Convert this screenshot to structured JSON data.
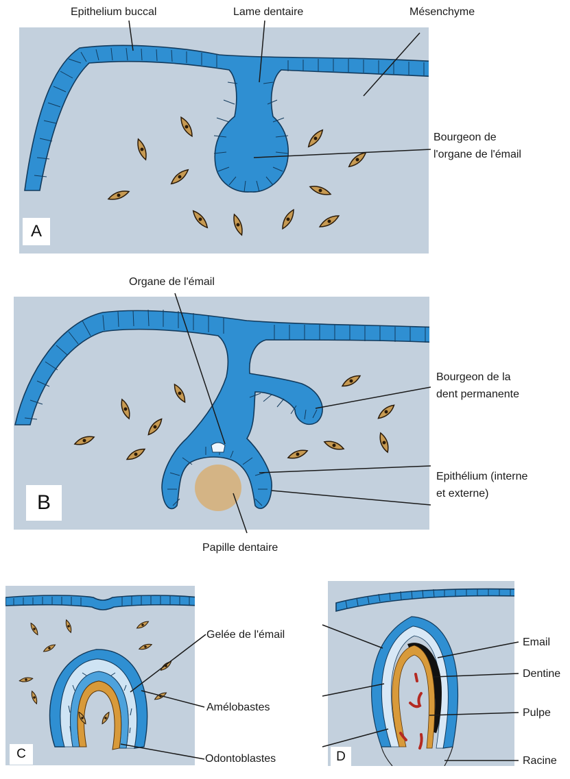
{
  "panels": {
    "a": {
      "letter": "A",
      "labels": {
        "epithelium": "Epithelium buccal",
        "lame": "Lame dentaire",
        "mesenchyme": "Mésenchyme",
        "bourgeon": "Bourgeon de\nl'organe de l'émail"
      }
    },
    "b": {
      "letter": "B",
      "labels": {
        "organe": "Organe de l'émail",
        "bourgeon_permanente": "Bourgeon de la\ndent permanente",
        "epithelium": "Epithélium (interne\net externe)",
        "papille": "Papille dentaire"
      }
    },
    "c": {
      "letter": "C",
      "labels": {
        "gelee": "Gelée de l'émail",
        "amelobastes": "Amélobastes",
        "odontoblastes": "Odontoblastes"
      }
    },
    "d": {
      "letter": "D",
      "labels": {
        "email": "Email",
        "dentine": "Dentine",
        "pulpe": "Pulpe",
        "racine": "Racine"
      }
    }
  },
  "colors": {
    "background": "#c3d0dd",
    "epithelium": "#2f8fd2",
    "mesenchyme_cell": "#c79a52",
    "papilla": "#d4b485",
    "enamel": "#111111",
    "pulp_vessels": "#b42a22"
  }
}
